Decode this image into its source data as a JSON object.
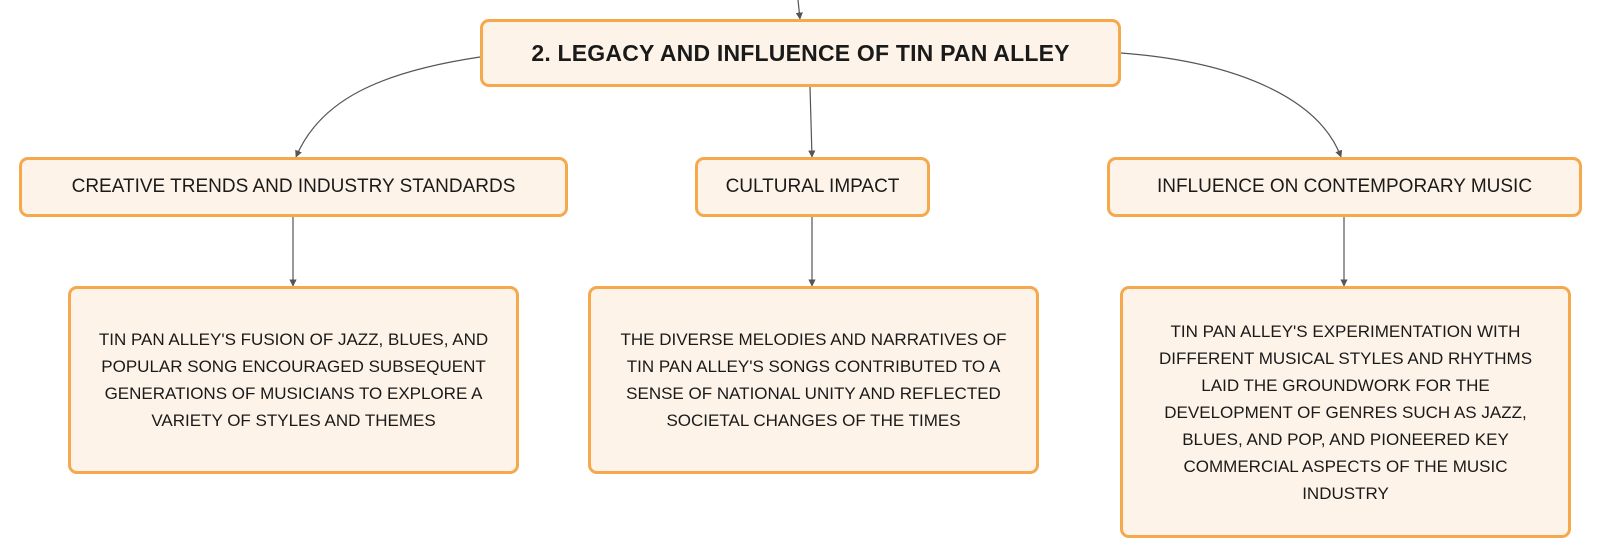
{
  "diagram": {
    "root": {
      "label": "2. LEGACY AND INFLUENCE OF TIN PAN ALLEY"
    },
    "branches": [
      {
        "label": "CREATIVE TRENDS AND INDUSTRY STANDARDS",
        "detail": "TIN PAN ALLEY'S FUSION OF JAZZ, BLUES, AND POPULAR SONG ENCOURAGED SUBSEQUENT GENERATIONS OF MUSICIANS TO EXPLORE A VARIETY OF STYLES AND THEMES"
      },
      {
        "label": "CULTURAL IMPACT",
        "detail": "THE DIVERSE MELODIES AND NARRATIVES OF TIN PAN ALLEY'S SONGS CONTRIBUTED TO A SENSE OF NATIONAL UNITY AND REFLECTED SOCIETAL CHANGES OF THE TIMES"
      },
      {
        "label": "INFLUENCE ON CONTEMPORARY MUSIC",
        "detail": "TIN PAN ALLEY'S EXPERIMENTATION WITH DIFFERENT MUSICAL STYLES AND RHYTHMS LAID THE GROUNDWORK FOR THE DEVELOPMENT OF GENRES SUCH AS JAZZ, BLUES, AND POP, AND PIONEERED KEY COMMERCIAL ASPECTS OF THE MUSIC INDUSTRY"
      }
    ],
    "colors": {
      "node_fill": "#fdf3e8",
      "node_border": "#f5a84c",
      "connector": "#555555"
    }
  }
}
